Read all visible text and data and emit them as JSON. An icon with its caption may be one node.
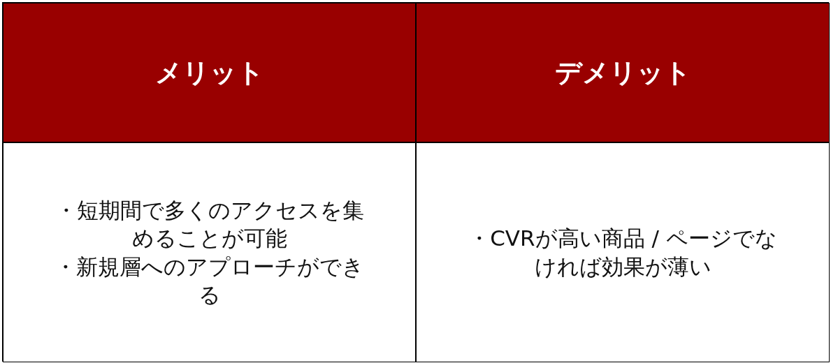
{
  "diagram": {
    "labels": [
      "メリット",
      "デメリット",
      "・短期間で多くのアクセスを集めることが可能",
      "・新規層へのアプローチができる",
      "・CVRが高い商品 / ページでなければ効果が薄い"
    ]
  }
}
